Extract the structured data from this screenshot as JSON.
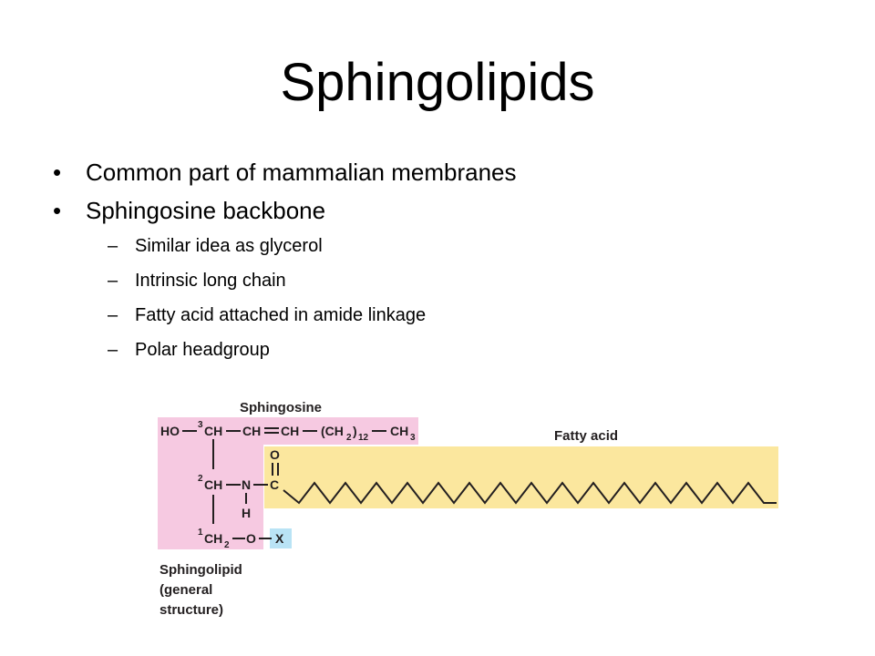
{
  "slide": {
    "title": "Sphingolipids",
    "bullet_mark": "•",
    "sub_bullet_mark": "–",
    "bullets": [
      {
        "text": "Common part of mammalian membranes",
        "sub_bullets": []
      },
      {
        "text": "Sphingosine backbone",
        "sub_bullets": [
          "Similar idea as glycerol",
          "Intrinsic long chain",
          "Fatty acid attached in amide linkage",
          "Polar headgroup"
        ]
      }
    ]
  },
  "figure": {
    "sphingosine_label": "Sphingosine",
    "fatty_acid_label": "Fatty acid",
    "sphingolipid_label": [
      "Sphingolipid",
      "(general",
      "structure)"
    ],
    "formula": {
      "row1": [
        "HO",
        "3",
        "CH",
        "CH",
        "CH",
        "(CH",
        "2",
        ")",
        "12",
        "CH",
        "3"
      ],
      "row2": [
        "2",
        "CH",
        "N",
        "C"
      ],
      "row2_extra": [
        "O",
        "H"
      ],
      "row3": [
        "1",
        "CH",
        "2",
        "O",
        "X"
      ]
    },
    "colors": {
      "sphingosine_fill": "#f6c9e1",
      "fatty_acid_fill": "#fbe79e",
      "headgroup_fill": "#b9e3f5",
      "text": "#231f20"
    }
  }
}
